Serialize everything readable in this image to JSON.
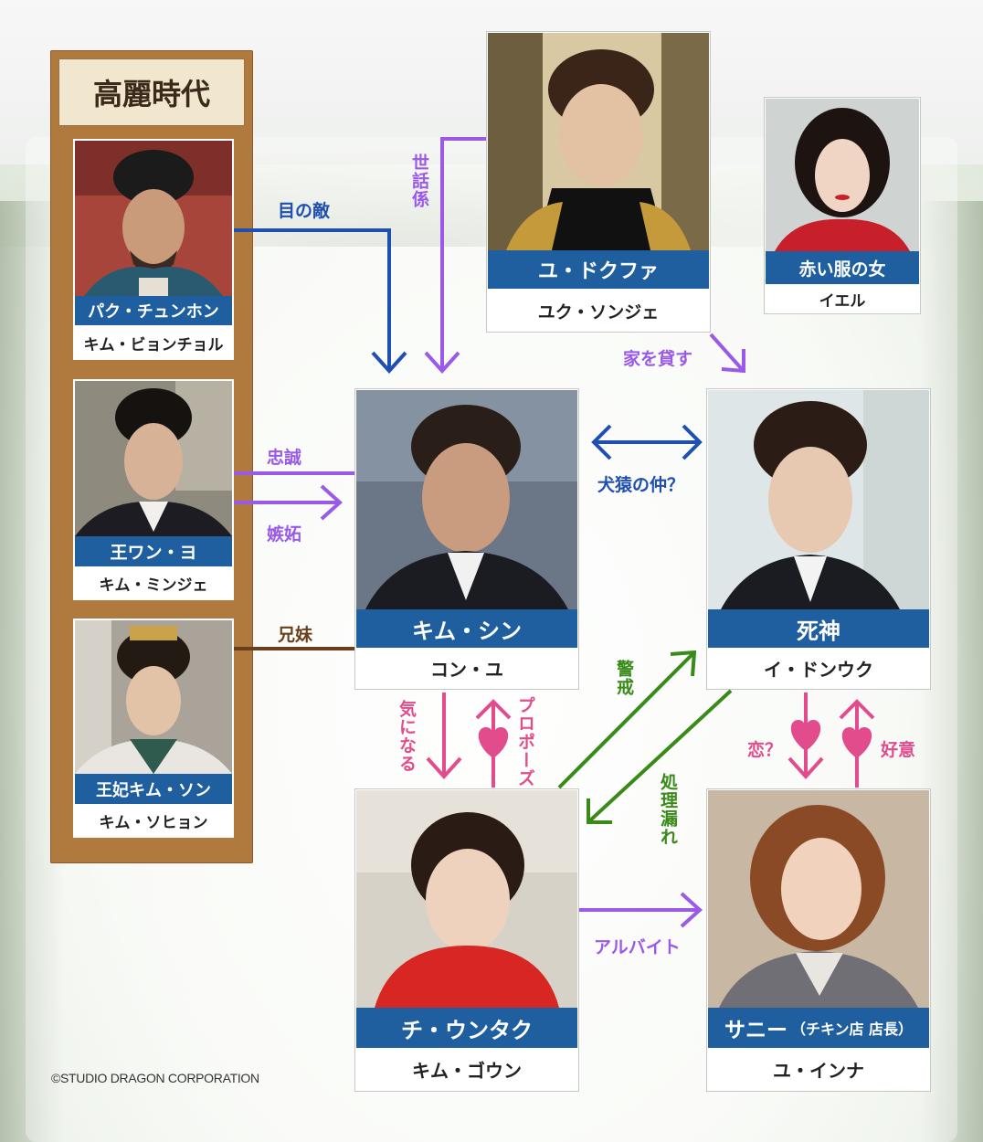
{
  "diagram": {
    "era_title": "高麗時代",
    "copyright": "©STUDIO DRAGON CORPORATION",
    "colors": {
      "name_banner": "#1f5fa0",
      "panel_wood": "#b07a3e",
      "rival_blue": "#1f4fb0",
      "purple": "#9b59e8",
      "pink": "#e24c8c",
      "green": "#3a8a1a",
      "brown": "#6b3f1c"
    },
    "characters": {
      "park": {
        "role": "パク・チュンホン",
        "actor": "キム・ビョンチョル"
      },
      "wang": {
        "role": "王ワン・ヨ",
        "actor": "キム・ミンジェ"
      },
      "queen": {
        "role": "王妃キム・ソン",
        "actor": "キム・ソヒョン"
      },
      "yoo": {
        "role": "ユ・ドクファ",
        "actor": "ユク・ソンジェ"
      },
      "red": {
        "role": "赤い服の女",
        "actor": "イエル"
      },
      "kimshin": {
        "role": "キム・シン",
        "actor": "コン・ユ"
      },
      "reaper": {
        "role": "死神",
        "actor": "イ・ドンウク"
      },
      "euntak": {
        "role": "チ・ウンタク",
        "actor": "キム・ゴウン"
      },
      "sunny": {
        "role": "サニー",
        "role_sub": "（チキン店 店長）",
        "actor": "ユ・インナ"
      }
    },
    "relations": {
      "enemy": "目の敵",
      "caretaker": "世話係",
      "loyalty": "忠誠",
      "jealousy": "嫉妬",
      "siblings": "兄妹",
      "rent_house": "家を貸す",
      "rivals": "犬猿の仲？",
      "curious": "気になる",
      "propose": "プロポーズ",
      "caution": "警戒",
      "missed": "処理漏れ",
      "love_q": "恋？",
      "goodwill": "好意",
      "parttime": "アルバイト"
    }
  }
}
